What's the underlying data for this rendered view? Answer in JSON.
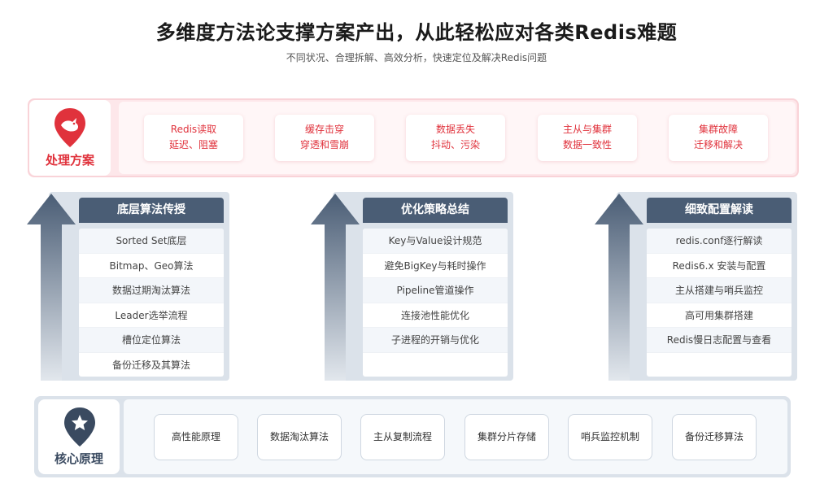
{
  "header": {
    "title": "多维度方法论支撑方案产出，从此轻松应对各类Redis难题",
    "subtitle": "不同状况、合理拆解、高效分析，快速定位及解决Redis问题"
  },
  "solutions": {
    "label": "处理方案",
    "icon": "bird-pin-icon",
    "accent": "#e0323c",
    "cards": [
      {
        "line1": "Redis读取",
        "line2": "延迟、阻塞"
      },
      {
        "line1": "缓存击穿",
        "line2": "穿透和雪崩"
      },
      {
        "line1": "数据丢失",
        "line2": "抖动、污染"
      },
      {
        "line1": "主从与集群",
        "line2": "数据一致性"
      },
      {
        "line1": "集群故障",
        "line2": "迁移和解决"
      }
    ]
  },
  "columns": [
    {
      "title": "底层算法传授",
      "items": [
        "Sorted Set底层",
        "Bitmap、Geo算法",
        "数据过期淘汰算法",
        "Leader选举流程",
        "槽位定位算法",
        "备份迁移及其算法"
      ]
    },
    {
      "title": "优化策略总结",
      "items": [
        "Key与Value设计规范",
        "避免BigKey与耗时操作",
        "Pipeline管道操作",
        "连接池性能优化",
        "子进程的开销与优化"
      ]
    },
    {
      "title": "细致配置解读",
      "items": [
        "redis.conf逐行解读",
        "Redis6.x 安装与配置",
        "主从搭建与哨兵监控",
        "高可用集群搭建",
        "Redis慢日志配置与查看"
      ]
    }
  ],
  "core": {
    "label": "核心原理",
    "icon": "star-pin-icon",
    "accent": "#3a4a60",
    "cards": [
      "高性能原理",
      "数据淘汰算法",
      "主从复制流程",
      "集群分片存储",
      "哨兵监控机制",
      "备份迁移算法"
    ]
  }
}
